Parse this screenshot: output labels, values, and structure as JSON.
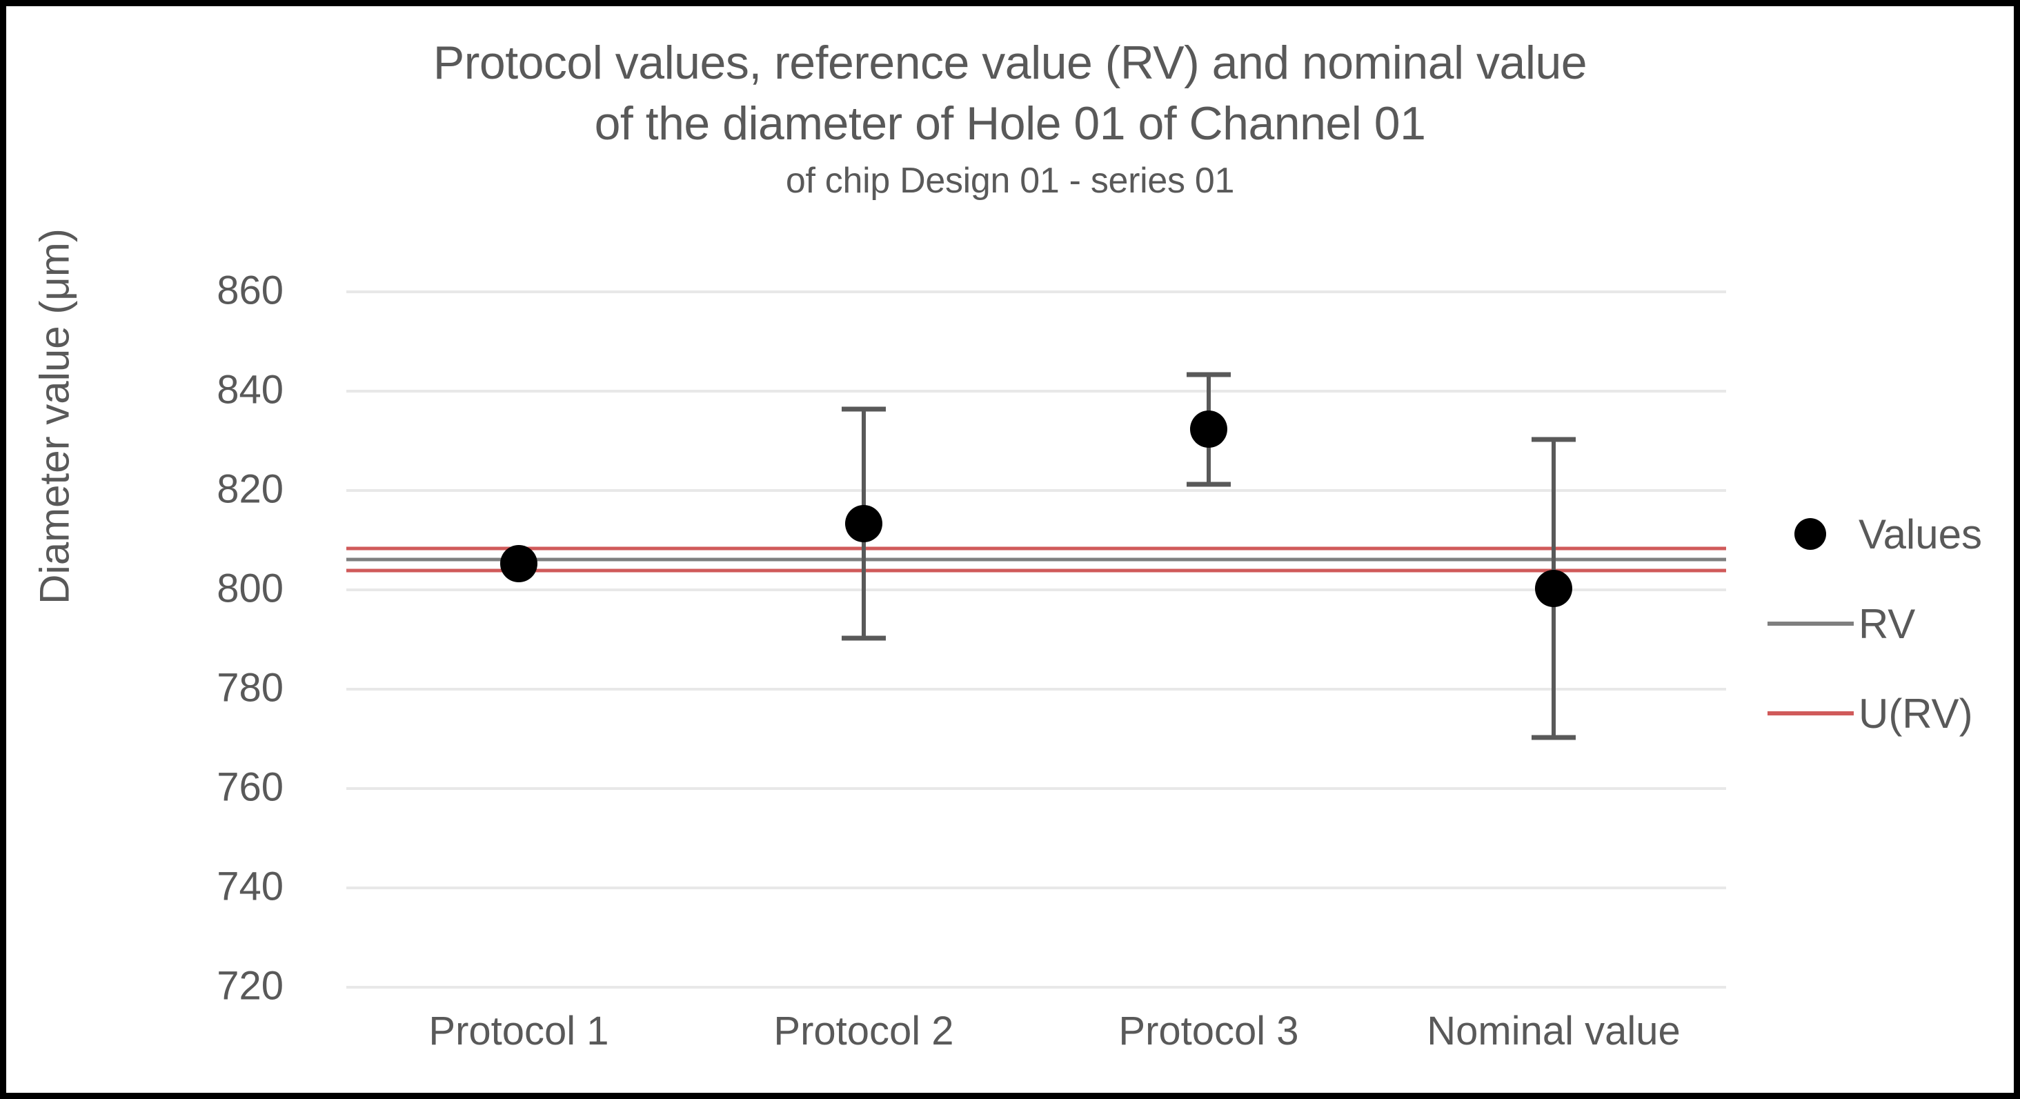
{
  "chart_data": {
    "type": "scatter",
    "title_lines": [
      "Protocol values, reference value (RV) and nominal value",
      "of the diameter of Hole 01 of Channel 01"
    ],
    "subtitle": "of chip Design 01 - series 01",
    "xlabel": "",
    "ylabel": "Diameter value (μm)",
    "ylim": [
      720,
      860
    ],
    "yticks": [
      860,
      840,
      820,
      800,
      780,
      760,
      740,
      720
    ],
    "ytick_labels": [
      "860",
      "840",
      "820",
      "800",
      "780",
      "760",
      "740",
      "720"
    ],
    "grid": true,
    "legend_position": "right",
    "categories": [
      "Protocol 1",
      "Protocol 2",
      "Protocol 3",
      "Nominal value"
    ],
    "series": [
      {
        "name": "Values",
        "marker": "circle",
        "color": "#000000",
        "values": [
          805,
          813,
          832,
          800
        ],
        "error_low": [
          805,
          790,
          821,
          770
        ],
        "error_high": [
          805,
          836,
          843,
          830
        ]
      }
    ],
    "reference_lines": [
      {
        "name": "RV",
        "value": 805.8,
        "color": "#7f7f7f"
      },
      {
        "name": "U(RV)",
        "value": 808.0,
        "color": "#d05a5a"
      },
      {
        "name": "U(RV)",
        "value": 803.6,
        "color": "#d05a5a"
      }
    ],
    "legend": [
      {
        "label": "Values",
        "key": "dot",
        "color": "#000000"
      },
      {
        "label": "RV",
        "key": "line",
        "color": "#7f7f7f"
      },
      {
        "label": "U(RV)",
        "key": "line",
        "color": "#d05a5a"
      }
    ],
    "colors": {
      "text": "#595959",
      "gridline": "#e8e8e8",
      "marker": "#000000",
      "rv": "#7f7f7f",
      "urv": "#d05a5a",
      "border": "#000000"
    }
  }
}
